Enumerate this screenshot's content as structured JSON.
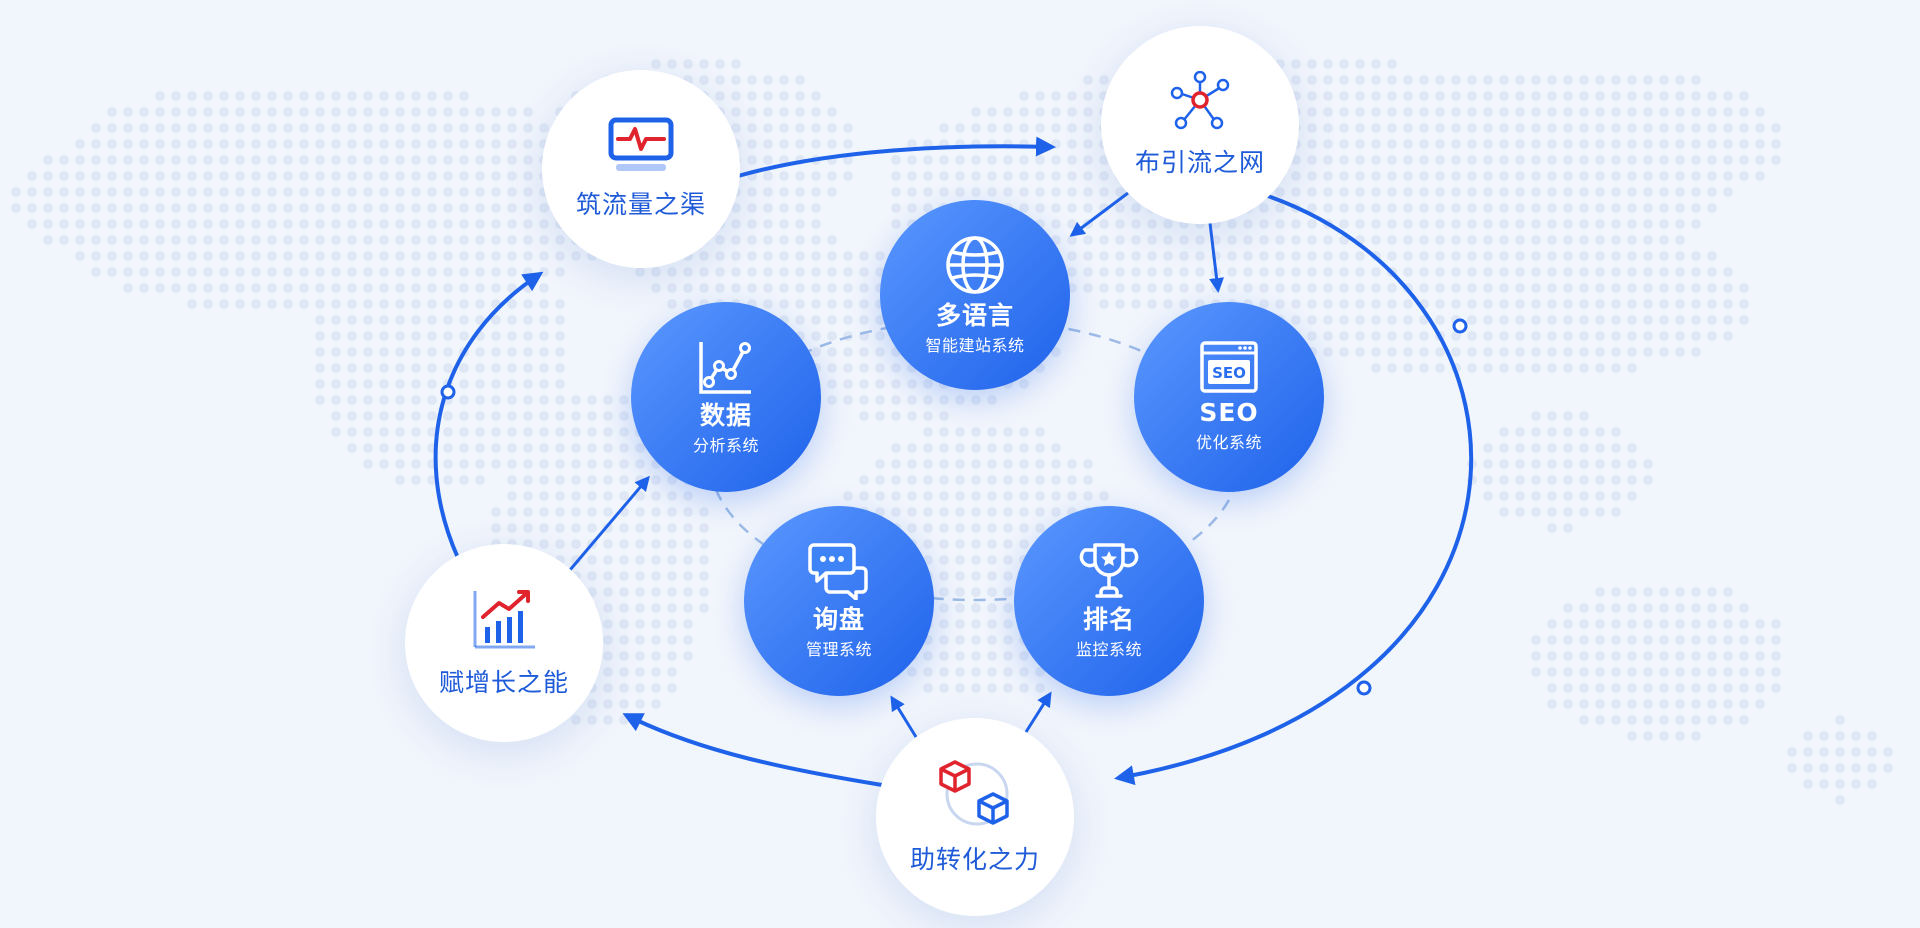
{
  "colors": {
    "background": "#f1f5fc",
    "arrow": "#1e62ea",
    "dashed_ring": "#9dbbe6",
    "label_blue": "#1f5bd8",
    "node_gradient_start": "#5b98ff",
    "node_gradient_end": "#1e62ea",
    "icon_red": "#e0232d"
  },
  "outer_nodes": {
    "build_traffic": {
      "label": "筑流量之渠",
      "icon": "monitor-pulse-icon"
    },
    "spread_network": {
      "label": "布引流之网",
      "icon": "network-nodes-icon"
    },
    "empower_growth": {
      "label": "赋增长之能",
      "icon": "growth-chart-icon"
    },
    "boost_conversion": {
      "label": "助转化之力",
      "icon": "cubes-icon"
    }
  },
  "inner_nodes": {
    "multilingual": {
      "title": "多语言",
      "subtitle": "智能建站系统",
      "icon": "globe-icon"
    },
    "seo": {
      "title": "SEO",
      "subtitle": "优化系统",
      "icon": "seo-browser-icon"
    },
    "data": {
      "title": "数据",
      "subtitle": "分析系统",
      "icon": "data-chart-icon"
    },
    "inquiry": {
      "title": "询盘",
      "subtitle": "管理系统",
      "icon": "chat-bubbles-icon"
    },
    "ranking": {
      "title": "排名",
      "subtitle": "监控系统",
      "icon": "trophy-icon"
    }
  }
}
